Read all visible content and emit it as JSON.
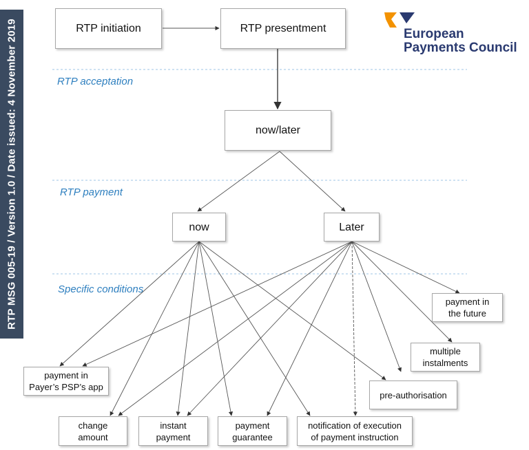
{
  "sidebar": {
    "text": "RTP MSG 005-19 / Version 1.0 / Date issued: 4 November 2019"
  },
  "logo": {
    "line1": "European",
    "line2": "Payments Council",
    "text_color": "#2a3a70",
    "mark_colors": [
      "#f39200",
      "#2a3a70"
    ]
  },
  "sections": {
    "acceptation": "RTP acceptation",
    "payment": "RTP payment",
    "conditions": "Specific conditions"
  },
  "nodes": {
    "initiation": "RTP initiation",
    "presentment": "RTP presentment",
    "now_later": "now/later",
    "now": "now",
    "later": "Later",
    "future": "payment in\nthe future",
    "multiple": "multiple\ninstalments",
    "psp_app": "payment in\nPayer’s PSP’s app",
    "preauth": "pre-authorisation",
    "change": "change\namount",
    "instant": "instant\npayment",
    "guarantee": "payment\nguarantee",
    "notification": "notification of execution\nof payment instruction"
  },
  "colors": {
    "section_text": "#2e7fbf",
    "divider": "#9ec4e6",
    "sidebar": "#3a4a60"
  }
}
